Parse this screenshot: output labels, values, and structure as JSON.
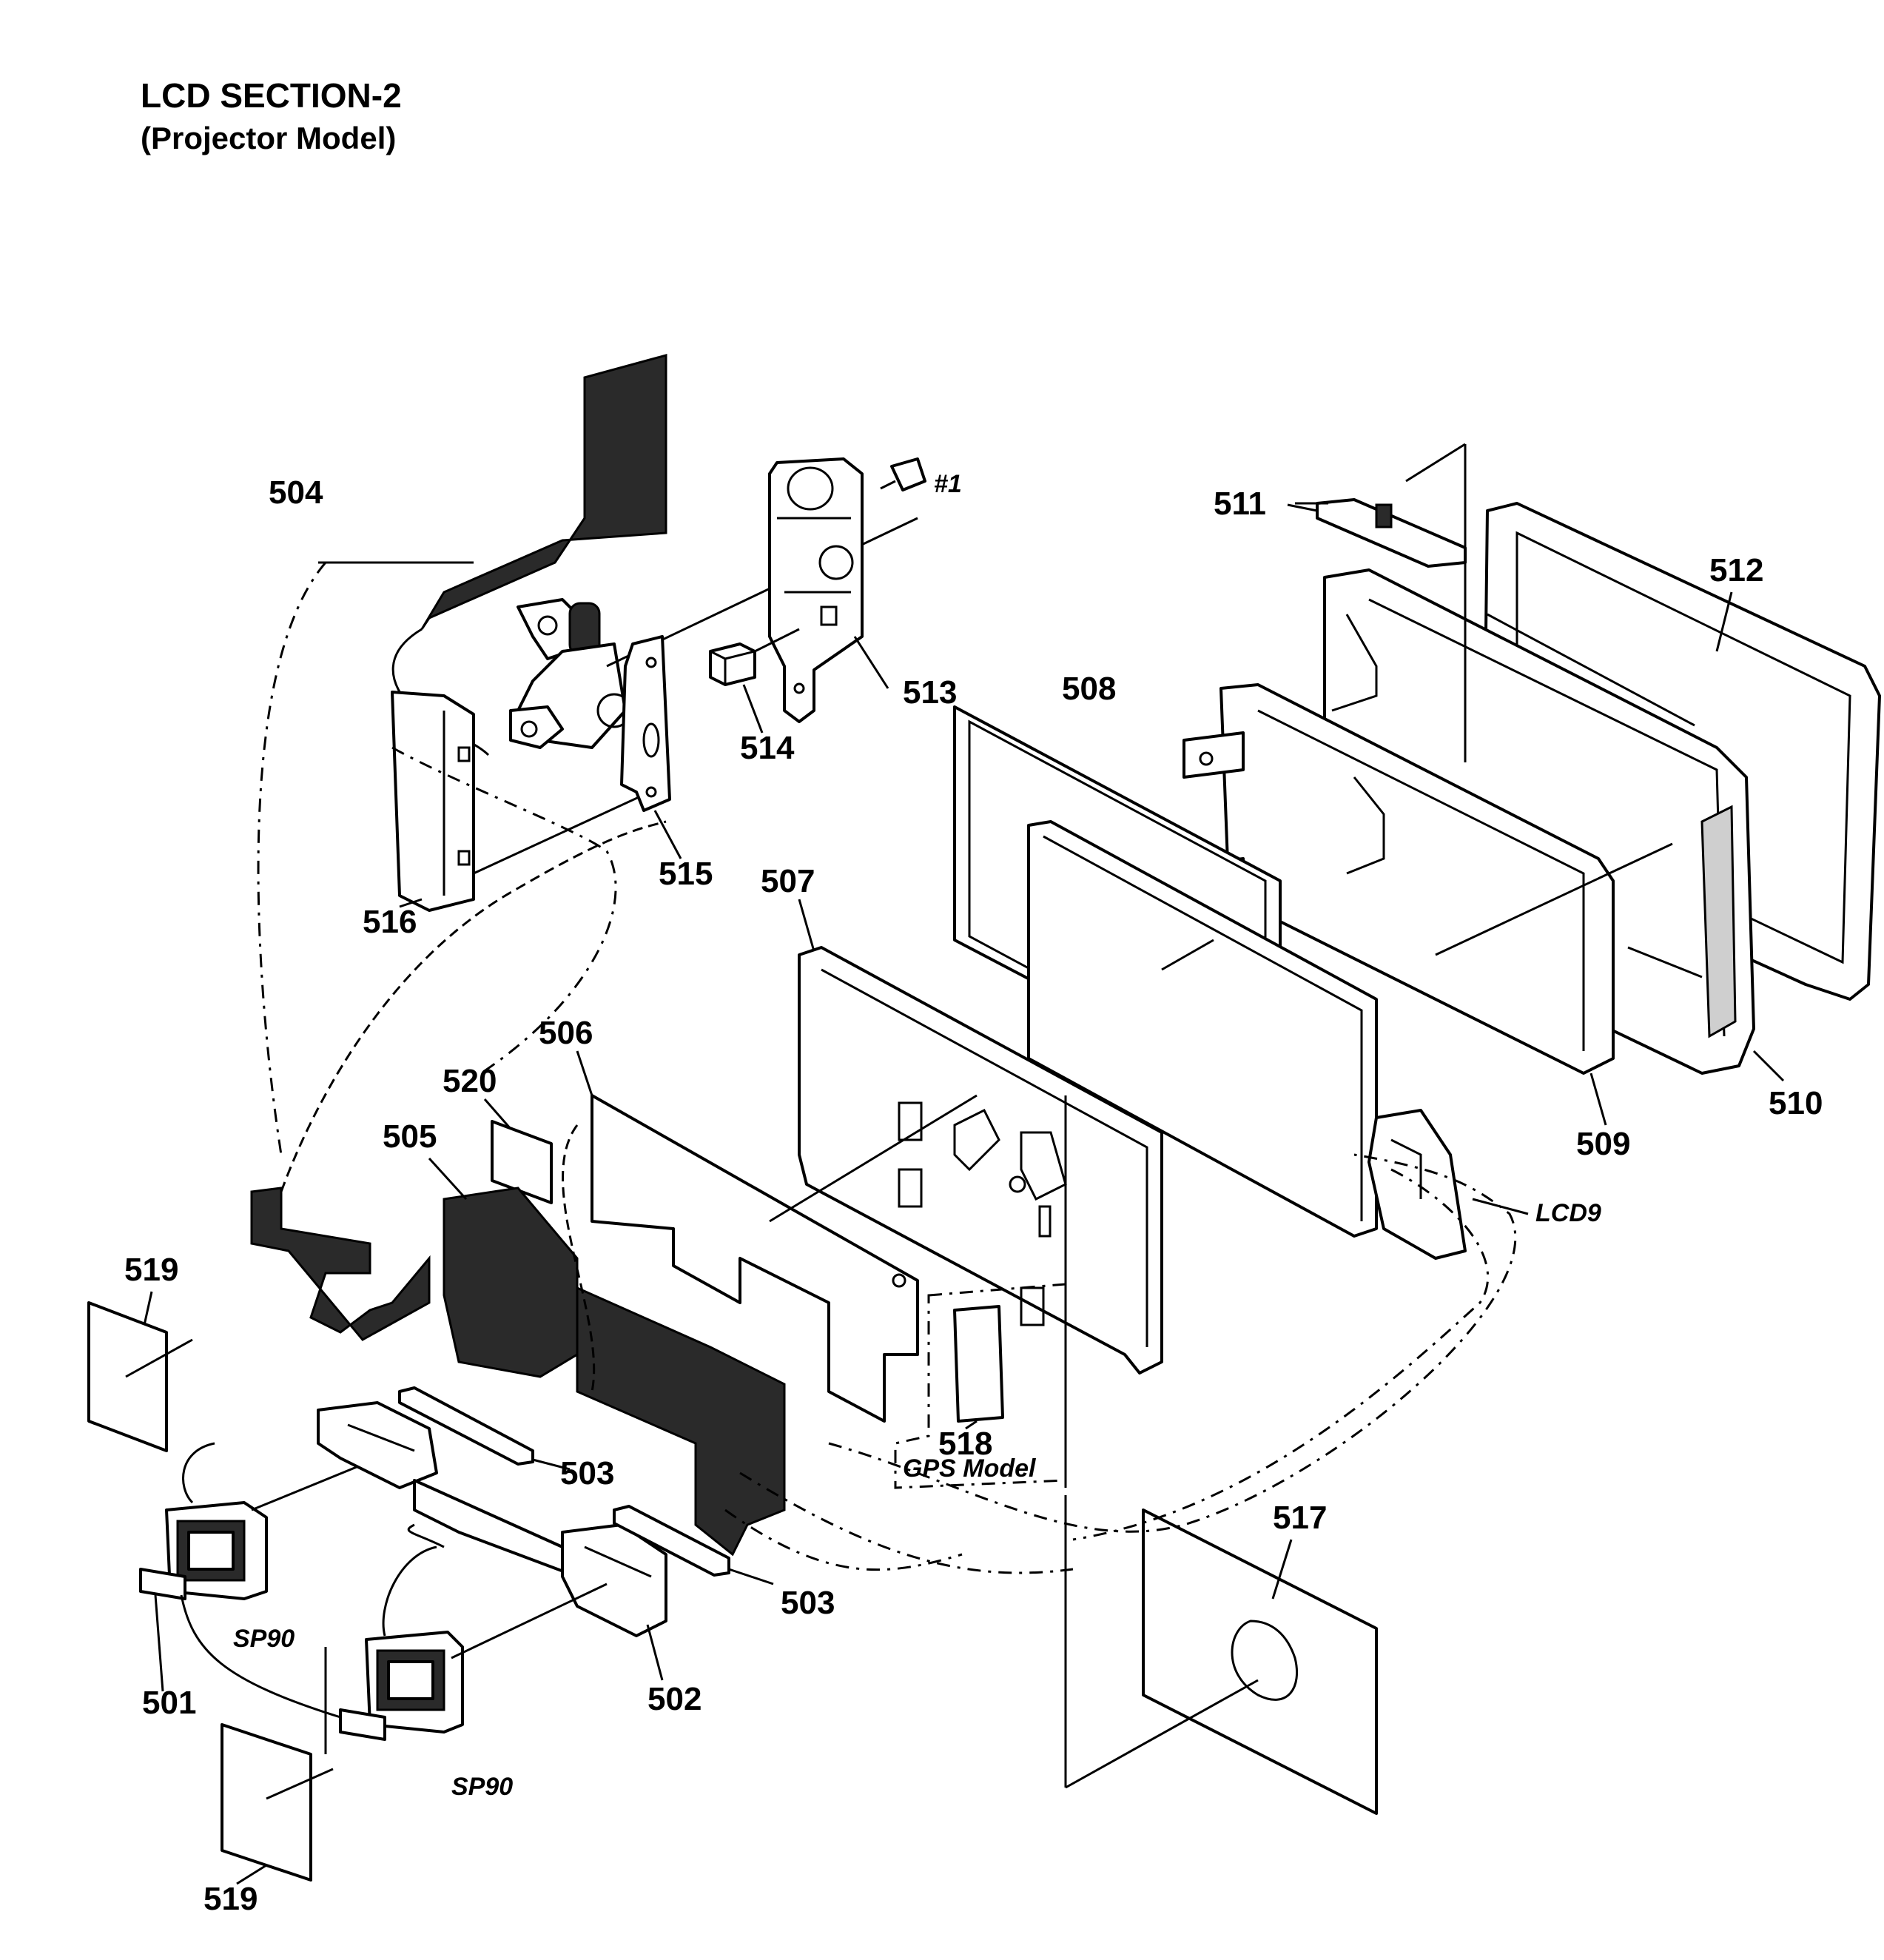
{
  "title": {
    "main": "LCD SECTION-2",
    "sub": "(Projector Model)"
  },
  "callouts": {
    "c501": "501",
    "c502": "502",
    "c503a": "503",
    "c503b": "503",
    "c504": "504",
    "c505": "505",
    "c506": "506",
    "c507": "507",
    "c508": "508",
    "c509": "509",
    "c510": "510",
    "c511": "511",
    "c512": "512",
    "c513": "513",
    "c514": "514",
    "c515": "515",
    "c516": "516",
    "c517": "517",
    "c518": "518",
    "c519a": "519",
    "c519b": "519",
    "c520": "520"
  },
  "refs": {
    "screw": "#1",
    "lcd": "LCD9",
    "speaker_a": "SP90",
    "speaker_b": "SP90",
    "gps": "GPS Model"
  },
  "colors": {
    "ink": "#000000",
    "paper": "#ffffff",
    "shading": "#2a2a2a"
  }
}
